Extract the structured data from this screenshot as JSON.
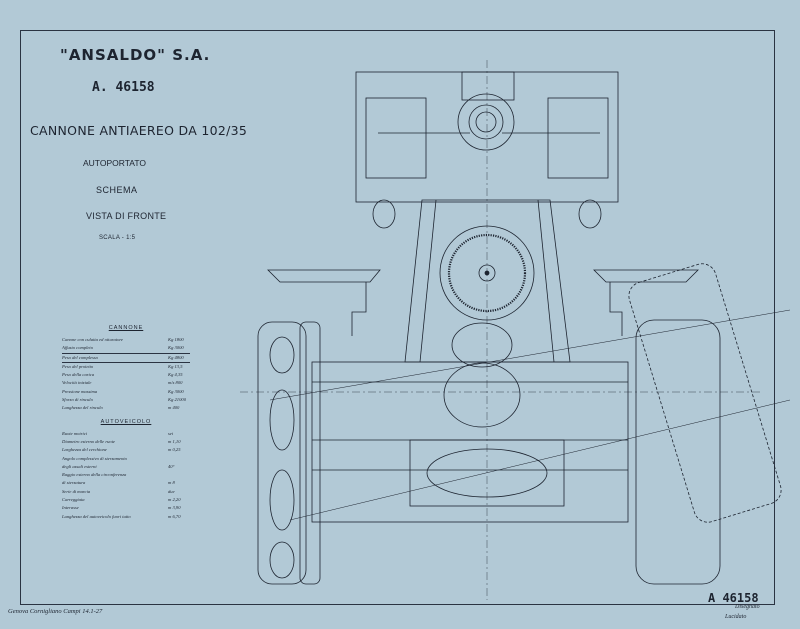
{
  "header": {
    "maker": "\"ANSALDO\" S.A.",
    "drawing_number": "A. 46158",
    "title": "CANNONE ANTIAEREO DA 102/35",
    "subtitle1": "AUTOPORTATO",
    "subtitle2": "SCHEMA",
    "subtitle3": "VISTA DI FRONTE",
    "scale": "SCALA - 1:5"
  },
  "specs": {
    "section1_title": "CANNONE",
    "section1_rows": [
      {
        "label": "Canone con culatta ed otturatore",
        "value": "Kg 1800"
      },
      {
        "label": "Affusto completo",
        "value": "Kg 3000"
      },
      {
        "label": "Peso del complesso",
        "value": "Kg 4800"
      },
      {
        "label": "Peso del proietto",
        "value": "Kg 13,5"
      },
      {
        "label": "Peso della carica",
        "value": "Kg 4,35"
      },
      {
        "label": "Velocità iniziale",
        "value": "m/s 800"
      },
      {
        "label": "Pressione massima",
        "value": "Kg 3000"
      },
      {
        "label": "Sforzo di rinculo",
        "value": "Kg 21000"
      },
      {
        "label": "Lunghezza del rinculo",
        "value": "m 400"
      }
    ],
    "section2_title": "AUTOVEICOLO",
    "section2_rows": [
      {
        "label": "Ruote motrici",
        "value": "sei"
      },
      {
        "label": "Diametro esterno delle ruote",
        "value": "m 1,10"
      },
      {
        "label": "Larghezza del cerchione",
        "value": "m 0,25"
      },
      {
        "label": "Angolo complessivo di sterzamento",
        "value": ""
      },
      {
        "label": "degli assali esterni",
        "value": "40°"
      },
      {
        "label": "Raggio esterno della circonferenza",
        "value": ""
      },
      {
        "label": "di sterzatura",
        "value": "m 8"
      },
      {
        "label": "Serie di marcia",
        "value": "due"
      },
      {
        "label": "Carreggiata",
        "value": "m 2,20"
      },
      {
        "label": "Interasse",
        "value": "m 3,90"
      },
      {
        "label": "Lunghezza del autoveicolo fuori tutto",
        "value": "m 6,70"
      }
    ]
  },
  "stamp": "A 46158",
  "footer": "Genova Cornigliano Campi 14.1-27",
  "signatures": [
    "Disegnato",
    "Lucidato"
  ],
  "colors": {
    "paper": "#b2c9d6",
    "ink": "#1d2430"
  }
}
